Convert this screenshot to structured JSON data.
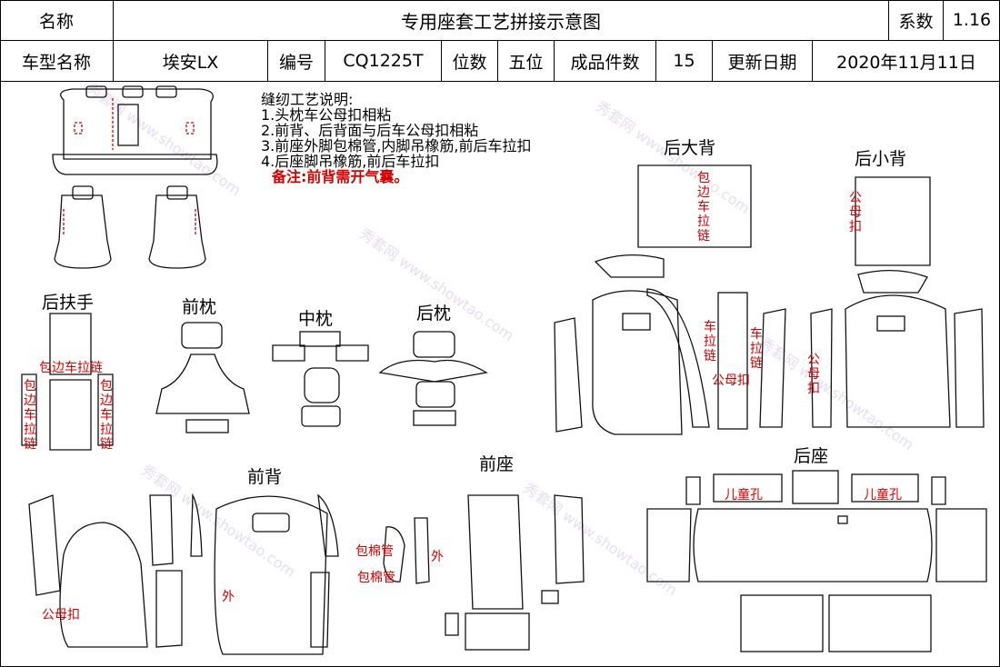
{
  "header": {
    "name_label": "名称",
    "title": "专用座套工艺拼接示意图",
    "coef_label": "系数",
    "coef_value": "1.16",
    "model_label": "车型名称",
    "model_value": "埃安LX",
    "code_label": "编号",
    "code_value": "CQ1225T",
    "seats_label": "位数",
    "seats_value": "五位",
    "pieces_label": "成品件数",
    "pieces_value": "15",
    "date_label": "更新日期",
    "date_value": "2020年11月11日"
  },
  "notes": {
    "heading": "缝纫工艺说明:",
    "items": [
      "1.头枕车公母扣相粘",
      "2.前背、后背面与后车公母扣相粘",
      "3.前座外脚包棉管,内脚吊橡筋,前后车拉扣",
      "4.后座脚吊橡筋,前后车拉扣"
    ],
    "remark": "备注:前背需开气囊。"
  },
  "sections": {
    "rear_armrest": "后扶手",
    "front_pillow": "前枕",
    "middle_pillow": "中枕",
    "rear_pillow": "后枕",
    "rear_big_back": "后大背",
    "rear_small_back": "后小背",
    "front_back": "前背",
    "front_seat": "前座",
    "rear_seat": "后座"
  },
  "annotations": {
    "armrest_edge_zip": "包边车拉链",
    "armrest_left": "包边车拉链",
    "armrest_right": "包边车拉链",
    "big_back_zip": "包边车拉链",
    "small_back_snap": "公母扣",
    "rear_zip_left": "车拉链",
    "rear_zip_right": "车拉链",
    "rear_snap": "公母扣",
    "rear_snap_right": "公母扣",
    "front_back_snap": "公母扣",
    "front_back_outer": "外",
    "foam_tube_1": "包棉管",
    "foam_tube_2": "包棉管",
    "front_seat_outer": "外",
    "child_hole_left": "儿童孔",
    "child_hole_right": "儿童孔"
  },
  "watermark": "秀套网 www.showtao.com"
}
